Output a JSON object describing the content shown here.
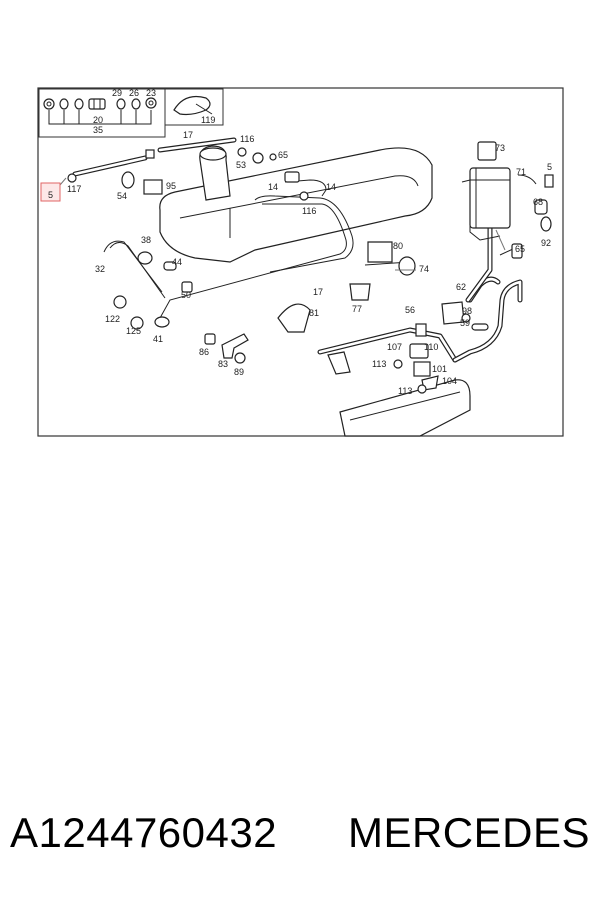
{
  "diagram": {
    "inset_labels": [
      "29",
      "26",
      "23",
      "20",
      "35",
      "119"
    ],
    "callouts": [
      "17",
      "116",
      "53",
      "65",
      "14",
      "14",
      "116",
      "95",
      "54",
      "117",
      "5",
      "38",
      "44",
      "50",
      "32",
      "17",
      "80",
      "74",
      "77",
      "81",
      "122",
      "125",
      "41",
      "86",
      "83",
      "89",
      "56",
      "107",
      "110",
      "113",
      "101",
      "104",
      "113",
      "98",
      "59",
      "62",
      "73",
      "71",
      "5",
      "68",
      "92",
      "65"
    ],
    "highlighted_callout": "5",
    "highlight_color": "#e06666"
  },
  "caption": {
    "part_number": "A1244760432",
    "brand": "MERCEDES"
  }
}
